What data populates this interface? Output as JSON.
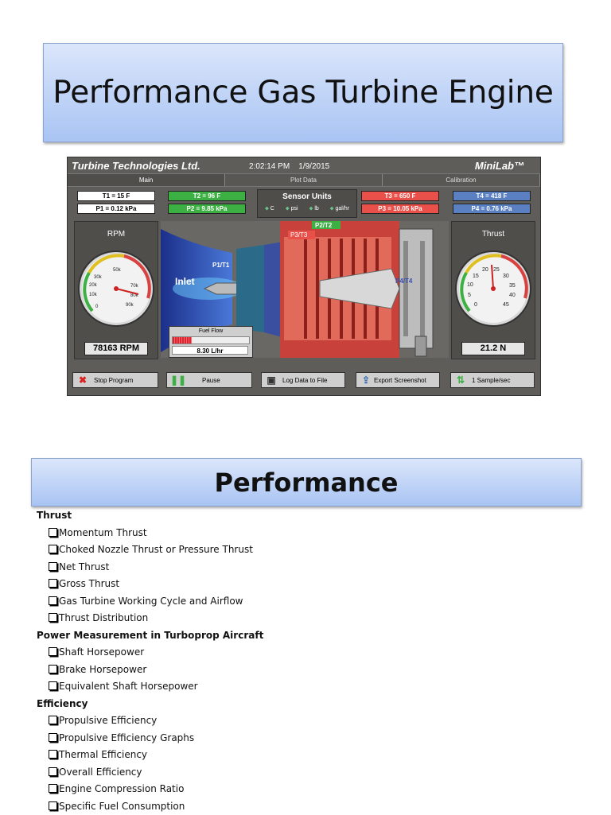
{
  "slide_title": "Performance Gas Turbine Engine",
  "minilab": {
    "company": "Turbine Technologies Ltd.",
    "time": "2:02:14 PM",
    "date": "1/9/2015",
    "brand": "MiniLab™",
    "tabs": [
      "Main",
      "Plot Data",
      "Calibration"
    ],
    "sensors": {
      "t1": "T1 = 15 F",
      "p1": "P1 = 0.12 kPa",
      "t2": "T2 = 96 F",
      "p2": "P2 = 9.85 kPa",
      "t3": "T3 = 650 F",
      "p3": "P3 = 10.05 kPa",
      "t4": "T4 = 418 F",
      "p4": "P4 = 0.76 kPa"
    },
    "sensor_units": {
      "title": "Sensor Units",
      "options": [
        "C",
        "psi",
        "lb",
        "gal/hr"
      ]
    },
    "rpm_gauge": {
      "label": "RPM",
      "ticks": [
        "0",
        "10k",
        "20k",
        "30k",
        "50k",
        "70k",
        "80k",
        "90k"
      ],
      "readout": "78163 RPM"
    },
    "thrust_gauge": {
      "label": "Thrust",
      "ticks": [
        "0",
        "5",
        "10",
        "15",
        "20",
        "25",
        "30",
        "35",
        "40",
        "45"
      ],
      "readout": "21.2 N"
    },
    "engine_labels": {
      "inlet": "Inlet",
      "p1t1": "P1/T1",
      "p2t2": "P2/T2",
      "p3t3": "P3/T3",
      "p4t4": "P4/T4"
    },
    "fuel_flow": {
      "label": "Fuel Flow",
      "value": "8.30 L/hr",
      "level": 0.25
    },
    "buttons": {
      "stop": "Stop Program",
      "pause": "Pause",
      "log": "Log Data to File",
      "export": "Export Screenshot",
      "sample": "1 Sample/sec"
    },
    "colors": {
      "panel": "#5f5d59",
      "green": "#3cb043",
      "red": "#e9504a",
      "blue": "#5a80c2"
    }
  },
  "section_title": "Performance",
  "outline": [
    {
      "heading": "Thrust",
      "items": [
        "Momentum Thrust",
        "Choked Nozzle Thrust or Pressure Thrust",
        "Net Thrust",
        "Gross Thrust",
        "Gas Turbine Working Cycle and Airflow",
        "Thrust Distribution"
      ]
    },
    {
      "heading": "Power Measurement in Turboprop Aircraft",
      "items": [
        "Shaft Horsepower",
        "Brake Horsepower",
        "Equivalent Shaft Horsepower"
      ]
    },
    {
      "heading": "Efficiency",
      "items": [
        "Propulsive Efficiency",
        "Propulsive Efficiency Graphs",
        "Thermal Efficiency",
        "Overall Efficiency",
        "Engine Compression Ratio",
        "Specific Fuel Consumption"
      ]
    }
  ]
}
